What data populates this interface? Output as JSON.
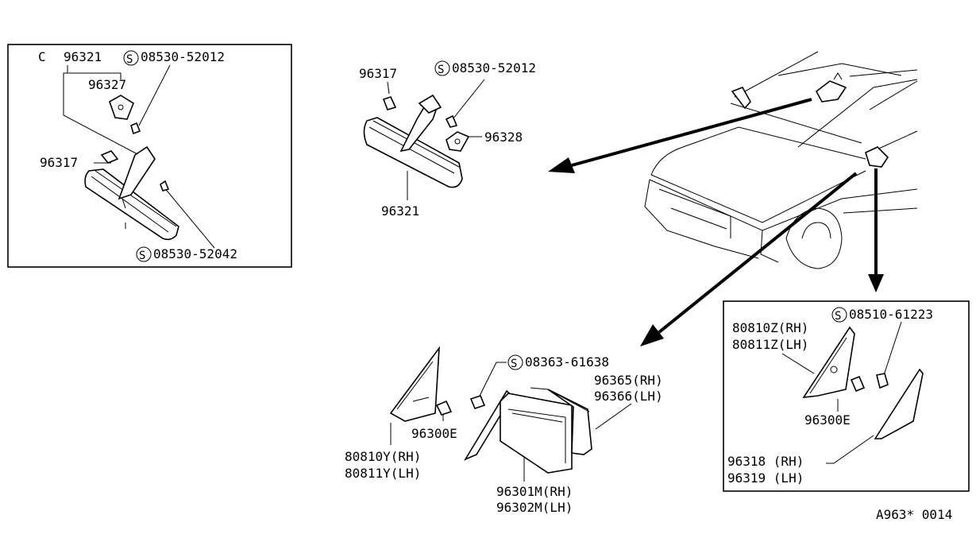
{
  "inset_mirror": {
    "prefix": "C",
    "assembly": "96321",
    "bracket": "96327",
    "screw_top": "08530-52012",
    "cover": "96317",
    "screw_bottom": "08530-52042"
  },
  "mirror_center": {
    "cover": "96317",
    "screw": "08530-52012",
    "clip": "96328",
    "mirror": "96321"
  },
  "door_mirror": {
    "screw": "08363-61638",
    "glass_rh": "96365(RH)",
    "glass_lh": "96366(LH)",
    "bracket_rh": "80810Y(RH)",
    "bracket_lh": "80811Y(LH)",
    "grommet": "96300E",
    "mirror_rh": "96301M(RH)",
    "mirror_lh": "96302M(LH)"
  },
  "inset_corner": {
    "screw": "08510-61223",
    "bracket_rh": "80810Z(RH)",
    "bracket_lh": "80811Z(LH)",
    "grommet": "96300E",
    "finisher_rh": "96318 (RH)",
    "finisher_lh": "96319 (LH)"
  },
  "footer": {
    "code": "A963* 0014"
  },
  "icons": {
    "standard_part_marker": "circled-s-icon"
  }
}
